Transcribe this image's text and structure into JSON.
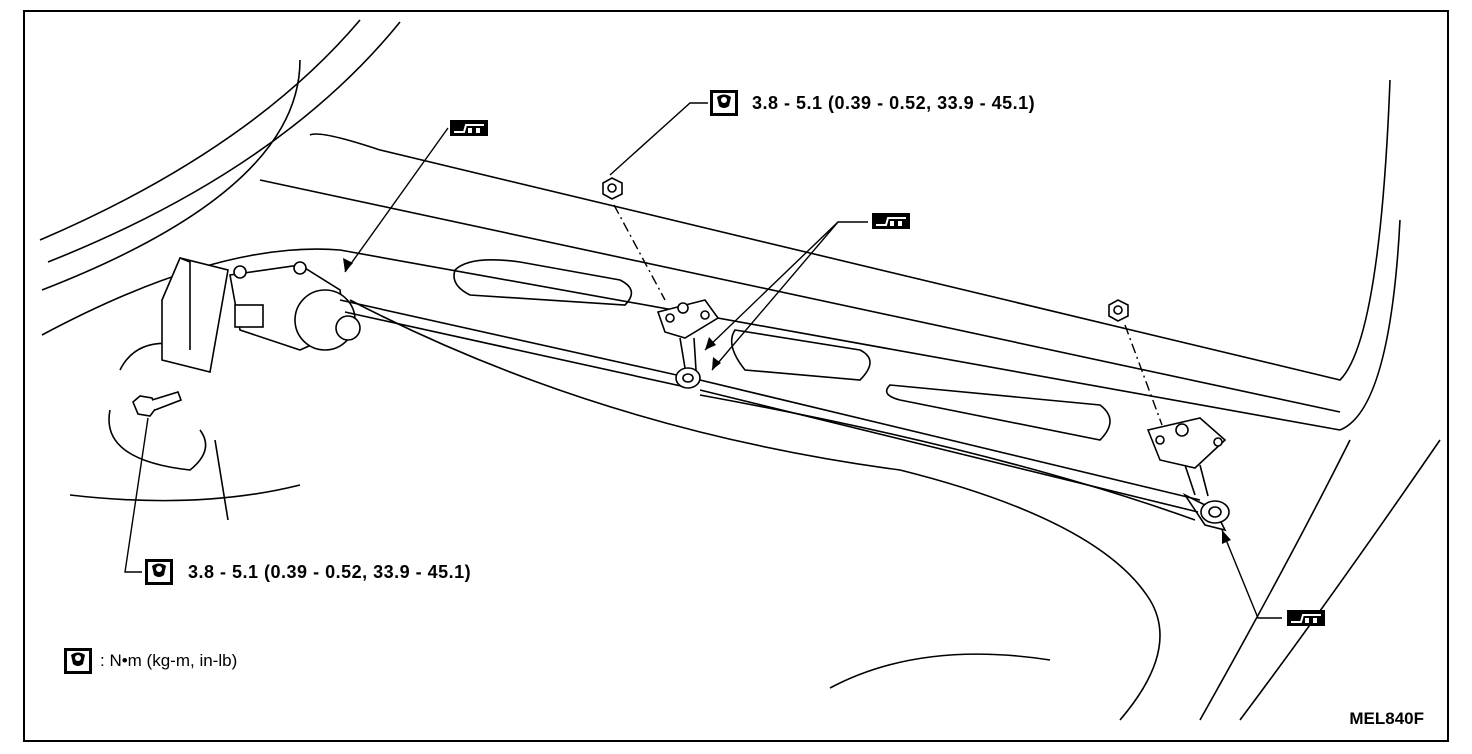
{
  "torque": {
    "top": "3.8 - 5.1 (0.39 - 0.52, 33.9 - 45.1)",
    "left": "3.8 - 5.1 (0.39 - 0.52, 33.9 - 45.1)"
  },
  "legend": {
    "text": ": N•m (kg-m, in-lb)"
  },
  "figure_code": "MEL840F",
  "icons": [
    "torque-wrench-icon",
    "grease-apply-icon"
  ]
}
